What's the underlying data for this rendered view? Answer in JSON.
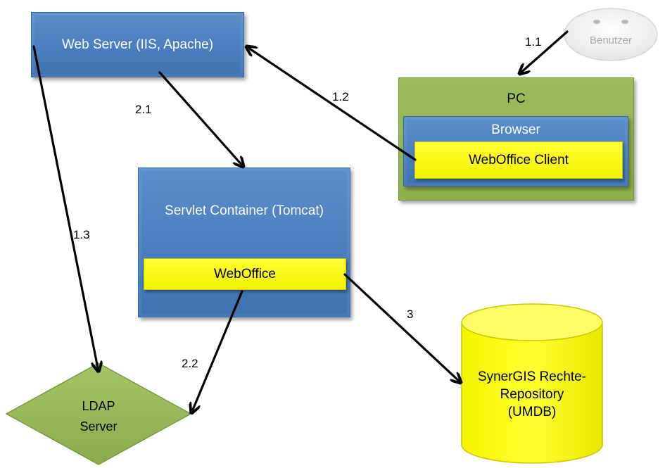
{
  "web_server": {
    "label": "Web Server (IIS, Apache)"
  },
  "servlet_container": {
    "label": "Servlet Container (Tomcat)",
    "module": "WebOffice"
  },
  "pc": {
    "label": "PC",
    "browser": "Browser",
    "client": "WebOffice Client"
  },
  "user": {
    "label": "Benutzer"
  },
  "ldap": {
    "line1": "LDAP",
    "line2": "Server"
  },
  "repository": {
    "line1": "SynerGIS Rechte-",
    "line2": "Repository",
    "line3": "(UMDB)"
  },
  "edges": {
    "e11": "1.1",
    "e12": "1.2",
    "e13": "1.3",
    "e21": "2.1",
    "e22": "2.2",
    "e3": "3"
  },
  "colors": {
    "blue": "#4f81bd",
    "green": "#9bbb59",
    "yellow": "#ffff00",
    "arrow": "#000000"
  }
}
